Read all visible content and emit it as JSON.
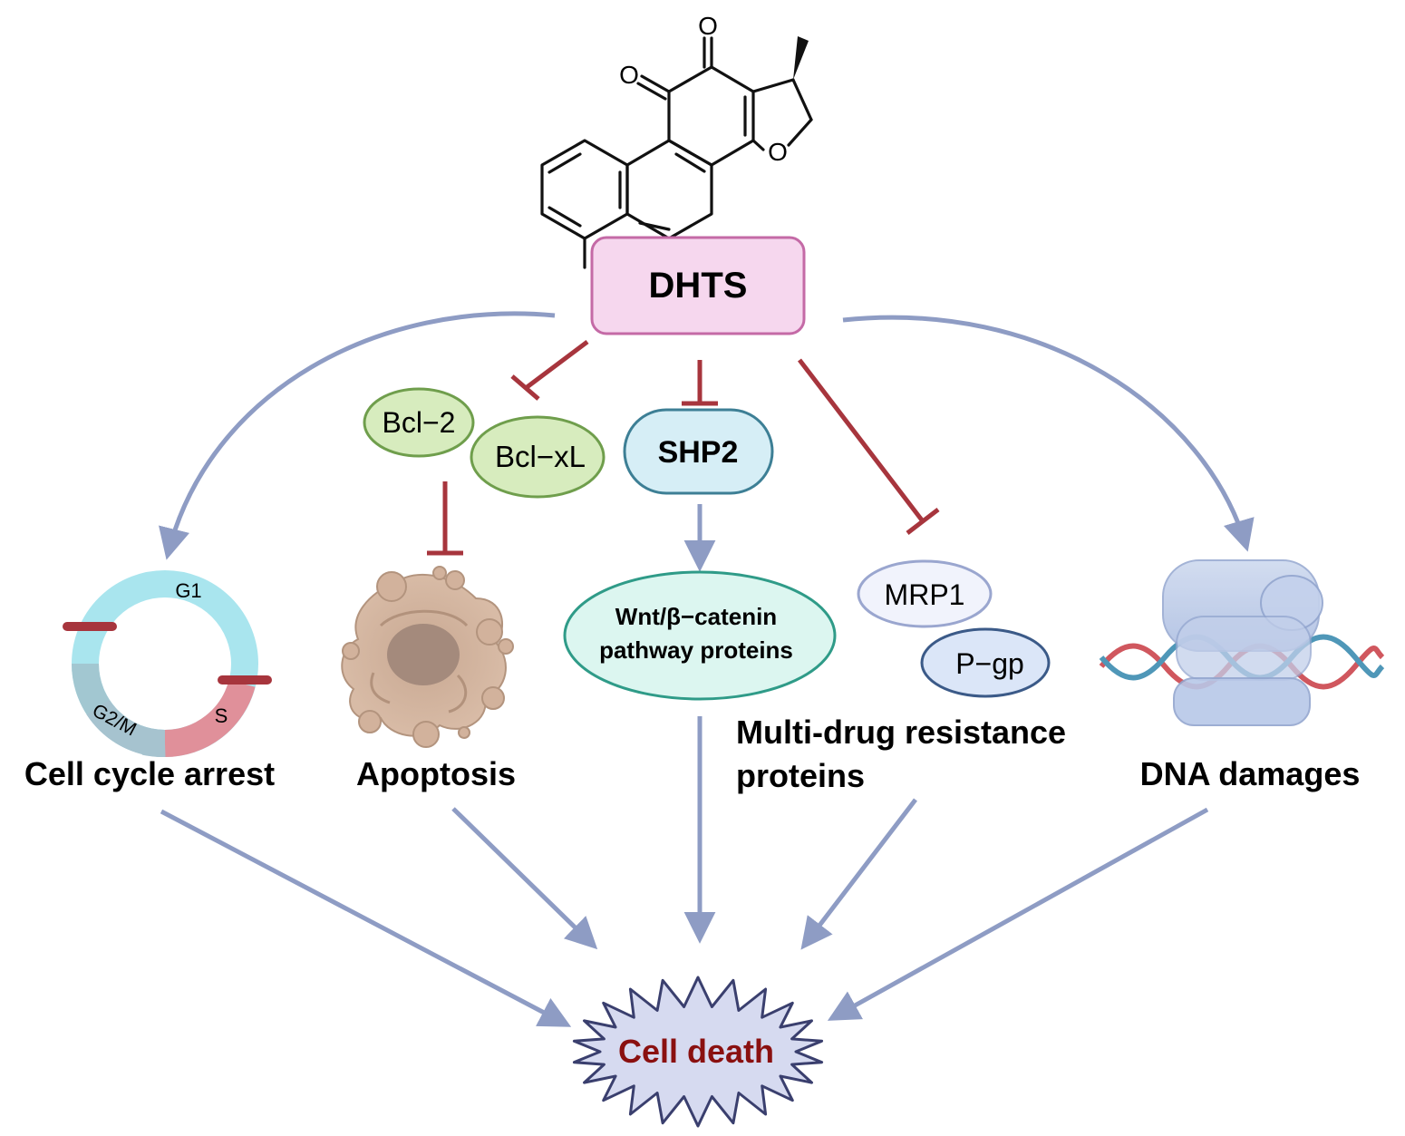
{
  "molecule": {
    "atom_o1": "O",
    "atom_o2": "O",
    "atom_o3": "O"
  },
  "nodes": {
    "dhts": "DHTS",
    "bcl2": "Bcl−2",
    "bclxl": "Bcl−xL",
    "shp2": "SHP2",
    "wnt_line1": "Wnt/β−catenin",
    "wnt_line2": "pathway proteins",
    "mrp1": "MRP1",
    "pgp": "P−gp",
    "cell_death": "Cell death"
  },
  "outcomes": {
    "cell_cycle": "Cell cycle arrest",
    "apoptosis": "Apoptosis",
    "mdr_line1": "Multi-drug resistance",
    "mdr_line2": "proteins",
    "dna": "DNA damages"
  },
  "cell_cycle": {
    "g1": "G1",
    "g2m": "G2/M",
    "s": "S"
  },
  "colors": {
    "activation_arrow": "#8e9cc4",
    "inhibition_arrow": "#a7353d",
    "dhts_fill": "#f6d7ee",
    "dhts_stroke": "#c46aa6",
    "bcl_fill": "#d7ecbe",
    "bcl_stroke": "#6f9e4c",
    "shp2_fill": "#d6eef6",
    "shp2_stroke": "#3d7f95",
    "wnt_fill": "#dcf6f0",
    "wnt_stroke": "#2f9b88",
    "mrp1_fill": "#f1f3fc",
    "mrp1_stroke": "#9aa6cf",
    "pgp_fill": "#dbe6f8",
    "pgp_stroke": "#3b5a88",
    "burst_fill": "#d6daf0",
    "burst_stroke": "#3a3f6e",
    "cell_death_text": "#8a1010"
  }
}
